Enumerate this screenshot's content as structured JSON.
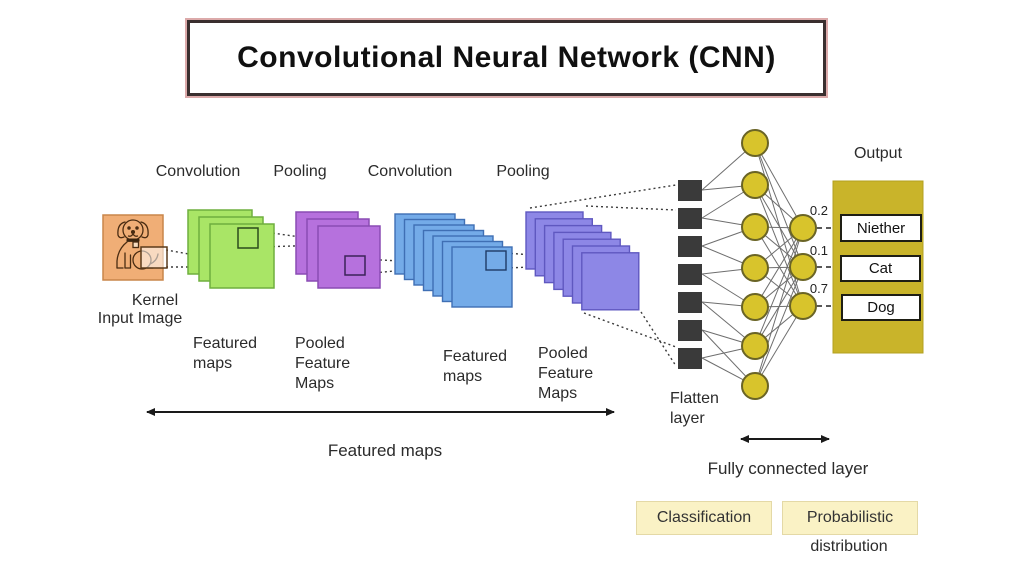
{
  "title": "Convolutional Neural Network (CNN)",
  "stages": [
    "Convolution",
    "Pooling",
    "Convolution",
    "Pooling"
  ],
  "input": {
    "kernel_label": "Kernel",
    "image_label": "Input Image"
  },
  "layers": {
    "conv1_label": "Featured maps",
    "pool1_label": "Pooled Feature Maps",
    "conv2_label": "Featured maps",
    "pool2_label": "Pooled Feature Maps",
    "flatten_label": "Flatten layer"
  },
  "spans": {
    "featured_maps": "Featured maps",
    "fully_connected": "Fully connected layer"
  },
  "output": {
    "title": "Output",
    "classes": [
      "Niether",
      "Cat",
      "Dog"
    ],
    "probabilities": [
      "0.2",
      "0.1",
      "0.7"
    ]
  },
  "footer": {
    "classification": "Classification",
    "probabilistic": "Probabilistic",
    "distribution": "distribution"
  },
  "colors": {
    "title_border": "#3a2f2f",
    "title_outline": "#dcaaaa",
    "input_orange": "#f0ae76",
    "map_green": "#a9e566",
    "map_purple": "#b671dd",
    "map_blue": "#74abe8",
    "map_violet": "#8d87e6",
    "flatten_dark": "#3a3a3a",
    "neuron_yellow": "#d8c42c",
    "output_box_yellow": "#c9b42a",
    "label_box_yellow": "#faf2c5"
  }
}
